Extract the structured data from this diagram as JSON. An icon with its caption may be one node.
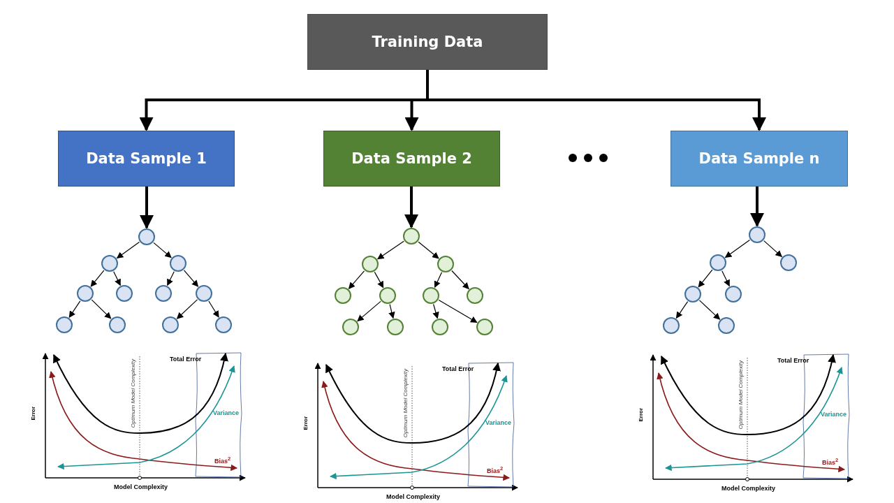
{
  "diagram": {
    "nodes": [
      {
        "text": [
          "Training Data"
        ]
      },
      {
        "text": [
          "Data Sample 1"
        ]
      },
      {
        "text": [
          "Data Sample 2"
        ]
      },
      {
        "text": [
          "Data Sample n"
        ]
      },
      {
        "text": [],
        "shape": "circle"
      },
      {
        "text": [],
        "shape": "circle"
      },
      {
        "text": [],
        "shape": "circle"
      },
      {
        "text": [],
        "shape": "circle"
      },
      {
        "text": [],
        "shape": "circle"
      },
      {
        "text": [],
        "shape": "circle"
      },
      {
        "text": [],
        "shape": "circle"
      },
      {
        "text": [],
        "shape": "circle"
      },
      {
        "text": [],
        "shape": "circle"
      },
      {
        "text": [],
        "shape": "circle"
      },
      {
        "text": [],
        "shape": "circle"
      },
      {
        "text": [],
        "shape": "circle"
      },
      {
        "text": [],
        "shape": "circle"
      },
      {
        "text": [],
        "shape": "circle"
      },
      {
        "text": [],
        "shape": "circle"
      },
      {
        "text": [],
        "shape": "circle"
      },
      {
        "text": [],
        "shape": "circle"
      },
      {
        "text": [],
        "shape": "circle"
      },
      {
        "text": [],
        "shape": "circle"
      },
      {
        "text": [],
        "shape": "circle"
      },
      {
        "text": [],
        "shape": "circle"
      },
      {
        "text": [],
        "shape": "circle"
      },
      {
        "text": [],
        "shape": "circle"
      },
      {
        "text": [],
        "shape": "circle"
      },
      {
        "text": [],
        "shape": "circle"
      },
      {
        "text": [],
        "shape": "circle"
      },
      {
        "text": [],
        "shape": "circle"
      },
      {
        "text": [],
        "shape": "circle"
      },
      {
        "text": [],
        "shape": "circle"
      }
    ],
    "edges": [
      {
        "from": 0,
        "to": 1,
        "arrow": "to",
        "style": "thick"
      },
      {
        "from": 0,
        "to": 2,
        "arrow": "to",
        "style": "thick"
      },
      {
        "from": 0,
        "to": 3,
        "arrow": "to",
        "style": "thick"
      },
      {
        "from": 1,
        "to": 4,
        "arrow": "to",
        "style": "thick"
      },
      {
        "from": 2,
        "to": 15,
        "arrow": "to",
        "style": "thick"
      },
      {
        "from": 3,
        "to": 26,
        "arrow": "to",
        "style": "thick"
      },
      {
        "from": 4,
        "to": 5,
        "arrow": "to"
      },
      {
        "from": 4,
        "to": 6,
        "arrow": "to"
      },
      {
        "from": 5,
        "to": 7,
        "arrow": "to"
      },
      {
        "from": 5,
        "to": 8,
        "arrow": "to"
      },
      {
        "from": 6,
        "to": 9,
        "arrow": "to"
      },
      {
        "from": 6,
        "to": 10,
        "arrow": "to"
      },
      {
        "from": 7,
        "to": 11,
        "arrow": "to"
      },
      {
        "from": 7,
        "to": 12,
        "arrow": "to"
      },
      {
        "from": 10,
        "to": 13,
        "arrow": "to"
      },
      {
        "from": 10,
        "to": 14,
        "arrow": "to"
      },
      {
        "from": 15,
        "to": 16,
        "arrow": "to"
      },
      {
        "from": 15,
        "to": 17,
        "arrow": "to"
      },
      {
        "from": 16,
        "to": 18,
        "arrow": "to"
      },
      {
        "from": 16,
        "to": 19,
        "arrow": "to"
      },
      {
        "from": 17,
        "to": 20,
        "arrow": "to"
      },
      {
        "from": 17,
        "to": 21,
        "arrow": "to"
      },
      {
        "from": 19,
        "to": 22,
        "arrow": "to"
      },
      {
        "from": 19,
        "to": 23,
        "arrow": "to"
      },
      {
        "from": 20,
        "to": 24,
        "arrow": "to"
      },
      {
        "from": 20,
        "to": 25,
        "arrow": "to"
      },
      {
        "from": 26,
        "to": 27,
        "arrow": "to"
      },
      {
        "from": 26,
        "to": 28,
        "arrow": "to"
      },
      {
        "from": 27,
        "to": 29,
        "arrow": "to"
      },
      {
        "from": 27,
        "to": 30,
        "arrow": "to"
      },
      {
        "from": 29,
        "to": 31,
        "arrow": "to"
      },
      {
        "from": 29,
        "to": 32,
        "arrow": "to"
      }
    ],
    "labels": [
      "Optimum Model Complexity",
      "Total Error",
      "Variance",
      "Bias$^{2}$",
      "Error",
      "Model Complexity",
      "Optimum Model Complexity",
      "Total Error",
      "Variance",
      "Bias$^{2}$",
      "Error",
      "Model Complexity",
      "Optimum Model Complexity",
      "Total Error",
      "Variance",
      "Bias$^{2}$",
      "Error",
      "Model Complexity"
    ]
  }
}
